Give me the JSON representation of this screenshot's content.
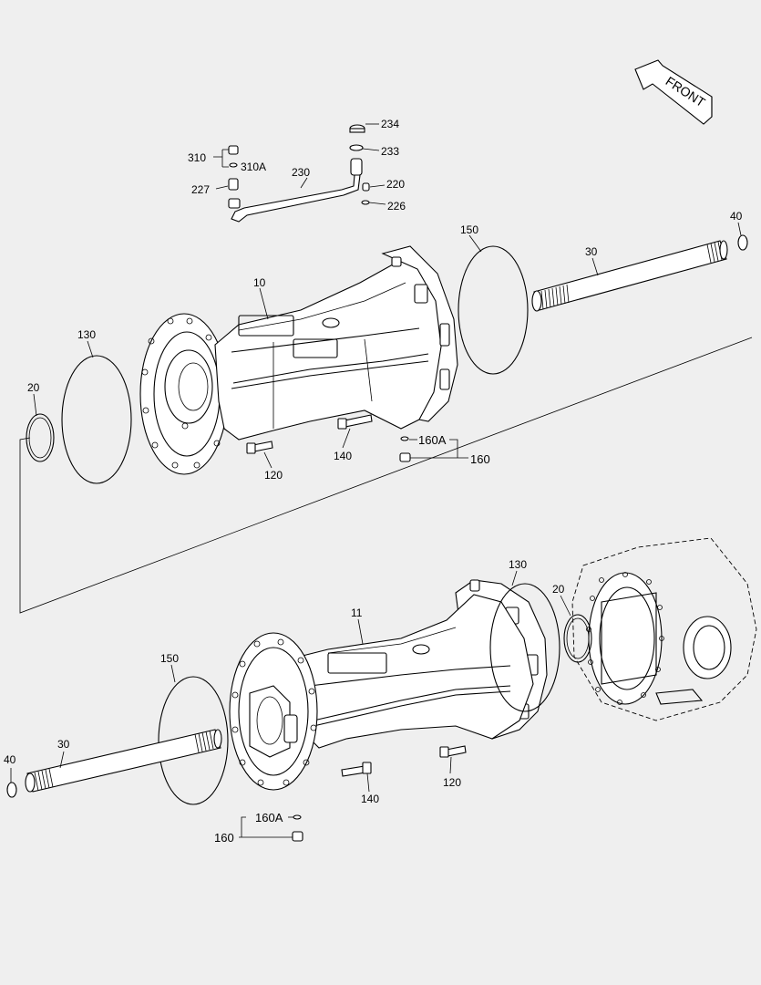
{
  "direction_label": "FRONT",
  "callouts": {
    "c234": "234",
    "c233": "233",
    "c310": "310",
    "c310a": "310A",
    "c230": "230",
    "c227": "227",
    "c220": "220",
    "c226": "226",
    "c150_top": "150",
    "c40_top": "40",
    "c30_top": "30",
    "c10": "10",
    "c130_top": "130",
    "c20_top": "20",
    "c140_top": "140",
    "c120_top": "120",
    "c160a_top": "160A",
    "c160_top": "160",
    "c130_bot": "130",
    "c20_bot": "20",
    "c11": "11",
    "c150_bot": "150",
    "c30_bot": "30",
    "c40_bot": "40",
    "c120_bot": "120",
    "c140_bot": "140",
    "c160a_bot": "160A",
    "c160_bot": "160"
  }
}
